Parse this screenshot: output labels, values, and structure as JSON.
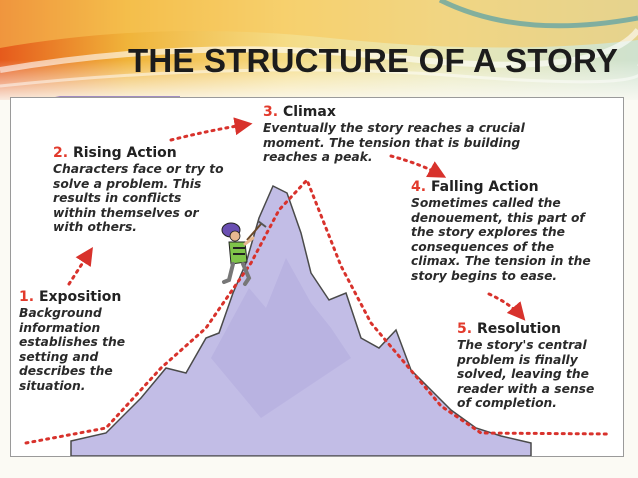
{
  "slide": {
    "title": "THE STRUCTURE OF A STORY"
  },
  "stages": [
    {
      "number": "1.",
      "name": "Exposition",
      "description": "Background\ninformation\nestablishes the\nsetting and\ndescribes the\nsituation."
    },
    {
      "number": "2.",
      "name": "Rising Action",
      "description": "Characters face or try to\nsolve a problem. This\nresults in conflicts\nwithin themselves or\nwith others."
    },
    {
      "number": "3.",
      "name": "Climax",
      "description": "Eventually the story reaches a crucial\nmoment. The tension that is building\nreaches a peak."
    },
    {
      "number": "4.",
      "name": "Falling Action",
      "description": "Sometimes called the\ndenouement, this part of\nthe story explores the\nconsequences of the\nclimax. The tension in the\nstory begins to ease."
    },
    {
      "number": "5.",
      "name": "Resolution",
      "description": "The story's central\nproblem is finally\nsolved, leaving the\nreader with a sense\nof completion."
    }
  ],
  "colors": {
    "mountain": "#c2bde6",
    "plot_line": "#d8322c",
    "numbers": "#e23a2c",
    "text": "#2a2a2a"
  },
  "icons": {
    "climber": "climber-illustration"
  }
}
